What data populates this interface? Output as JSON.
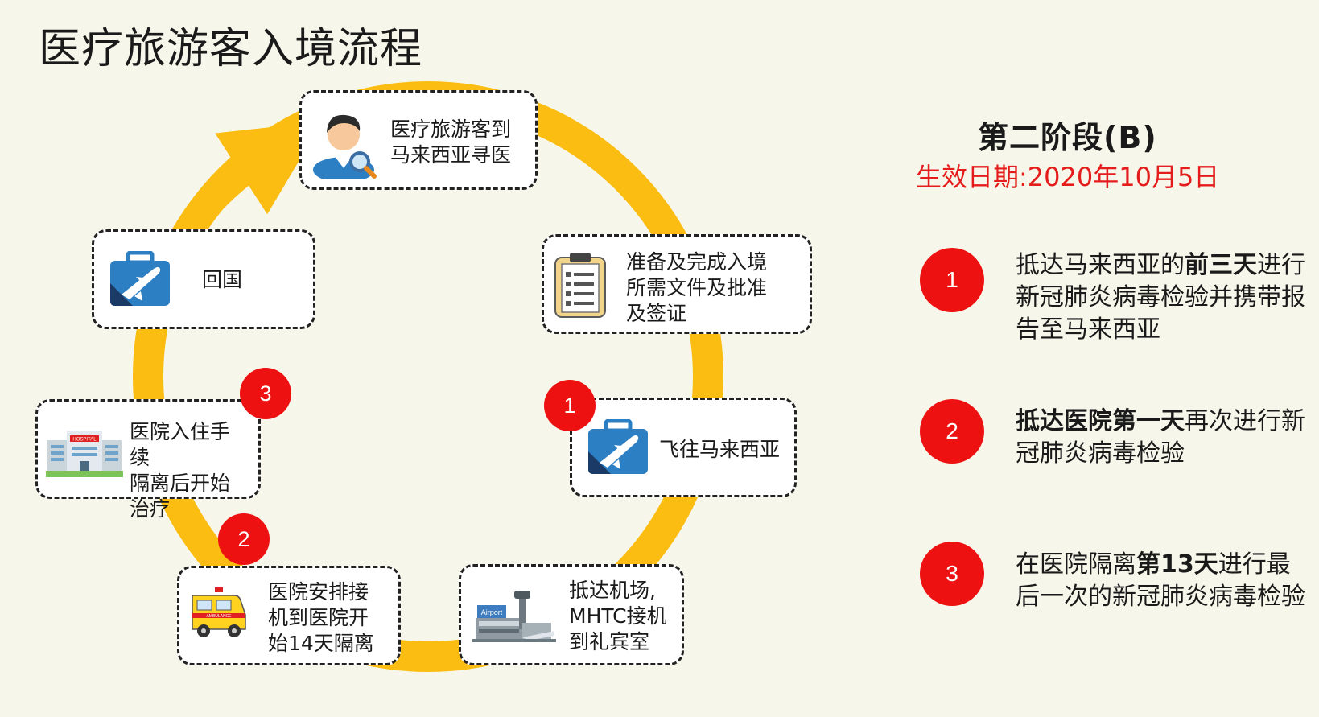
{
  "title": "医疗旅游客入境流程",
  "steps": [
    {
      "id": "seek",
      "label": "医疗旅游客到\n马来西亚寻医",
      "icon": "person-search-icon"
    },
    {
      "id": "docs",
      "label": "准备及完成入境\n所需文件及批准\n及签证",
      "icon": "clipboard-icon"
    },
    {
      "id": "fly",
      "label": "飞往马来西亚",
      "icon": "flight-bag-icon"
    },
    {
      "id": "airport",
      "label": "抵达机场,\nMHTC接机\n到礼宾室",
      "icon": "airport-icon"
    },
    {
      "id": "ambulance",
      "label": "医院安排接\n机到医院开\n始14天隔离",
      "icon": "ambulance-icon"
    },
    {
      "id": "hospital",
      "label": "医院入住手\n续\n隔离后开始\n治疗",
      "icon": "hospital-icon"
    },
    {
      "id": "return",
      "label": "回国",
      "icon": "flight-bag-icon"
    }
  ],
  "badges": {
    "fly": "1",
    "ambulance": "2",
    "hospital": "3"
  },
  "icon_text": {
    "airport": "Airport",
    "hospital": "HOSPITAL",
    "ambulance": "AMBULANCE"
  },
  "phase": {
    "title": "第二阶段(B)",
    "effective_date": "生效日期:2020年10月5日"
  },
  "notes": [
    {
      "number": "1",
      "parts": [
        {
          "text": "抵达马来西亚的",
          "bold": false
        },
        {
          "text": "前三天",
          "bold": true
        },
        {
          "text": "进行新冠肺炎病毒检验并携带报告至马来西亚",
          "bold": false
        }
      ]
    },
    {
      "number": "2",
      "parts": [
        {
          "text": "抵达医院第一天",
          "bold": true
        },
        {
          "text": "再次进行新冠肺炎病毒检验",
          "bold": false
        }
      ]
    },
    {
      "number": "3",
      "parts": [
        {
          "text": "在医院隔离",
          "bold": false
        },
        {
          "text": "第13天",
          "bold": true
        },
        {
          "text": "进行最后一次的新冠肺炎病毒检验",
          "bold": false
        }
      ]
    }
  ],
  "colors": {
    "background": "#f6f6ea",
    "ring": "#fbbd12",
    "badge": "#ee1111",
    "date": "#e51c1c",
    "icon_blue": "#2d7fc3",
    "icon_navy": "#1b3a66"
  }
}
